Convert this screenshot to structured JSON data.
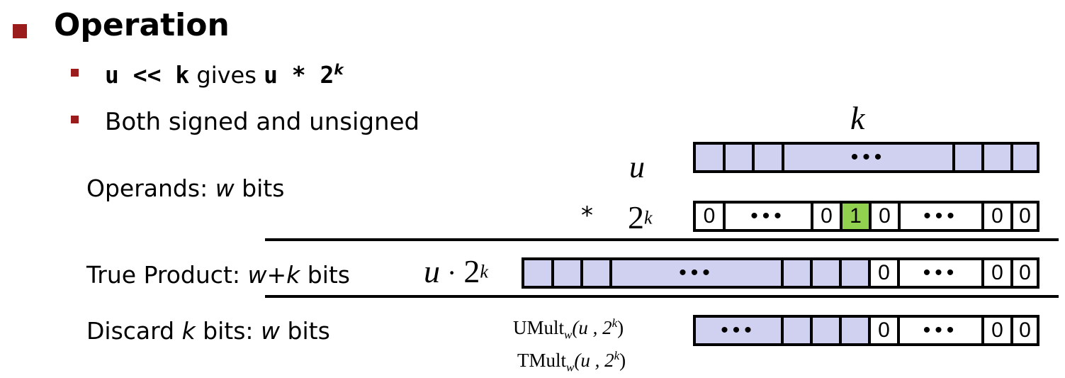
{
  "heading": "Operation",
  "bullets": {
    "b1_part1": "u << k",
    "b1_gives": " gives ",
    "b1_part2": "u * 2",
    "b1_sup": "k",
    "b2": "Both signed and unsigned"
  },
  "labels": {
    "k_label": "k",
    "u_label": "u",
    "star": "*",
    "two": "2",
    "two_sup": "k",
    "operands_prefix": "Operands: ",
    "operands_w": "w",
    "operands_suffix": " bits",
    "true_prefix": "True Product: ",
    "true_wk": "w+k",
    "true_suffix": "  bits",
    "product_u": "u",
    "product_dot": " · ",
    "product_two": "2",
    "product_sup": "k",
    "discard_prefix": "Discard ",
    "discard_k": "k",
    "discard_mid": "  bits: ",
    "discard_w": "w",
    "discard_suffix": " bits",
    "umult_main": "UMult",
    "umult_sub": "w",
    "umult_args": "(u , 2",
    "umult_sup": "k",
    "umult_close": ")",
    "tmult_main": "TMult",
    "tmult_sub": "w",
    "tmult_args": "(u , 2",
    "tmult_sup": "k",
    "tmult_close": ")"
  },
  "registers": {
    "u_dots": "•••",
    "pow2": [
      "0",
      "•••",
      "0",
      "1",
      "0",
      "•••",
      "0",
      "0"
    ],
    "product": [
      "•••",
      "0",
      "•••",
      "0",
      "0"
    ],
    "result": [
      "•••",
      "0",
      "•••",
      "0",
      "0"
    ]
  },
  "colors": {
    "bullet": "#9b1c1c",
    "cell_fill": "#d0d0f0",
    "highlight": "#92d050",
    "white": "#ffffff"
  }
}
